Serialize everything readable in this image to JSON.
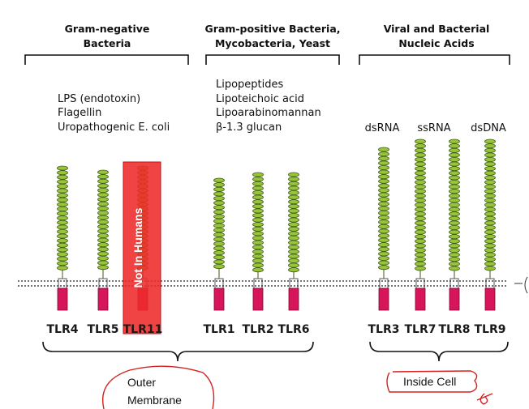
{
  "groups": {
    "gram_negative": {
      "title_line1": "Gram-negative",
      "title_line2": "Bacteria"
    },
    "gram_positive": {
      "title_line1": "Gram-positive Bacteria,",
      "title_line2": "Mycobacteria, Yeast"
    },
    "nucleic_acids": {
      "title_line1": "Viral and Bacterial",
      "title_line2": "Nucleic Acids"
    }
  },
  "ligands": {
    "gram_negative": [
      "LPS (endotoxin)",
      "Flagellin",
      "Uropathogenic E. coli"
    ],
    "gram_positive": [
      "Lipopeptides",
      "Lipoteichoic acid",
      "Lipoarabinomannan",
      "β-1.3 glucan"
    ]
  },
  "nucleic_labels": {
    "tlr3": "dsRNA",
    "tlr7": "ssRNA",
    "tlr9": "dsDNA"
  },
  "receptors": [
    {
      "id": "tlr4",
      "label": "TLR4"
    },
    {
      "id": "tlr5",
      "label": "TLR5"
    },
    {
      "id": "tlr11",
      "label": "TLR11"
    },
    {
      "id": "tlr1",
      "label": "TLR1"
    },
    {
      "id": "tlr2",
      "label": "TLR2"
    },
    {
      "id": "tlr6",
      "label": "TLR6"
    },
    {
      "id": "tlr3",
      "label": "TLR3"
    },
    {
      "id": "tlr7",
      "label": "TLR7"
    },
    {
      "id": "tlr8",
      "label": "TLR8"
    },
    {
      "id": "tlr9",
      "label": "TLR9"
    }
  ],
  "overlay": {
    "not_in_humans": "Not In Humans"
  },
  "annotations": {
    "outer_line1": "Outer",
    "outer_line2": "Membrane",
    "inside_cell": "Inside Cell"
  },
  "colors": {
    "leucine_repeat": "#98c43c",
    "cytoplasmic_domain": "#d6155a",
    "overlay_red": "#ee2a2a",
    "annotation_pen": "#d42020"
  }
}
